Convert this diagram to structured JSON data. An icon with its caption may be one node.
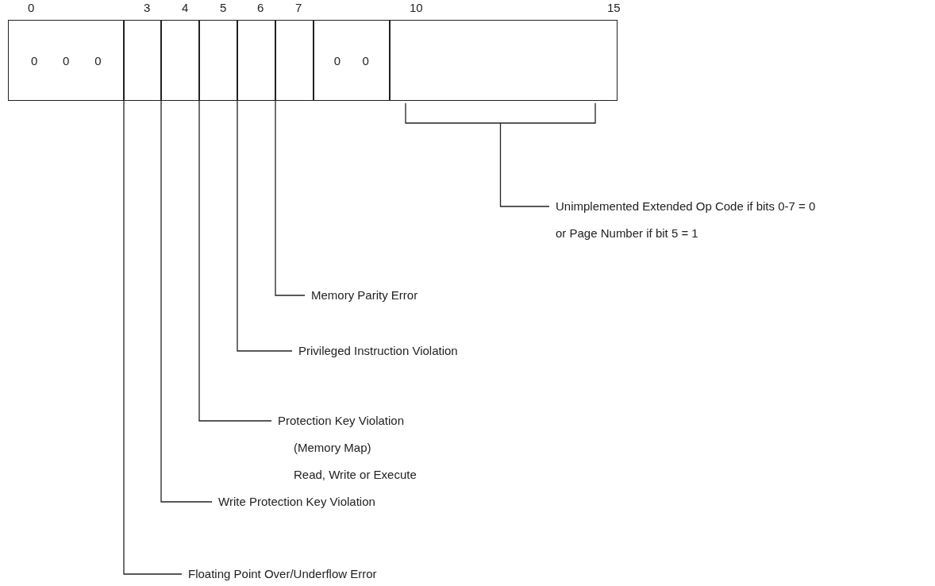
{
  "diagram": {
    "nodes": [
      {
        "text": [
          "0",
          "0",
          "0"
        ]
      },
      {
        "text": [],
        "shape": "box"
      },
      {
        "text": [],
        "shape": "box"
      },
      {
        "text": [],
        "shape": "box"
      },
      {
        "text": [],
        "shape": "box"
      },
      {
        "text": [],
        "shape": "box"
      },
      {
        "text": [
          "0",
          "0"
        ]
      },
      {
        "text": [],
        "shape": "box"
      },
      {
        "text": [
          "Unimplemented Extended Op Code if bits 0-7 = 0",
          "or Page Number if bit 5 = 1"
        ]
      },
      {
        "text": [
          "Memory Parity Error"
        ]
      },
      {
        "text": [
          "Privileged Instruction Violation"
        ]
      },
      {
        "text": [
          "Protection Key Violation",
          "(Memory Map)",
          "Read, Write or Execute"
        ]
      },
      {
        "text": [
          "Write Protection Key Violation"
        ]
      },
      {
        "text": [
          "Floating Point Over/Underflow Error"
        ]
      }
    ],
    "edges": [
      {
        "from": 8,
        "to": 7,
        "arrow": "none"
      },
      {
        "from": 9,
        "to": 5,
        "arrow": "none"
      },
      {
        "from": 10,
        "to": 4,
        "arrow": "none"
      },
      {
        "from": 11,
        "to": 3,
        "arrow": "none"
      },
      {
        "from": 12,
        "to": 2,
        "arrow": "none"
      },
      {
        "from": 13,
        "to": 1,
        "arrow": "none"
      }
    ],
    "labels": [
      "0",
      "3",
      "4",
      "5",
      "6",
      "7",
      "10",
      "15"
    ]
  }
}
